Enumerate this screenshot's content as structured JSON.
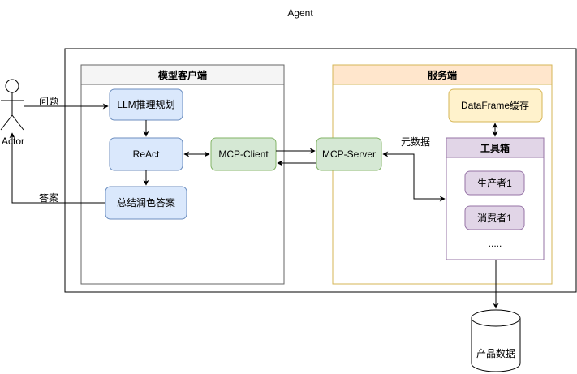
{
  "title": "Agent",
  "actor": {
    "label": "Actor"
  },
  "edges": {
    "question": "问题",
    "answer": "答案",
    "metadata": "元数据"
  },
  "client_panel": {
    "title": "模型客户端",
    "nodes": {
      "llm": "LLM推理规划",
      "react": "ReAct",
      "summary": "总结润色答案",
      "mcp_client": "MCP-Client"
    }
  },
  "server_panel": {
    "title": "服务端",
    "nodes": {
      "mcp_server": "MCP-Server",
      "cache": "DataFrame缓存"
    },
    "toolbox": {
      "title": "工具箱",
      "items": [
        "生产者1",
        "消费者1",
        "....."
      ]
    }
  },
  "database": {
    "label": "产品数据"
  },
  "colors": {
    "blue_fill": "#dae8fc",
    "blue_stroke": "#6c8ebf",
    "green_fill": "#d5e8d4",
    "green_stroke": "#82b366",
    "orange_fill": "#ffe6cc",
    "yellow_fill": "#fff2cc",
    "yellow_stroke": "#d6b656",
    "purple_fill": "#e1d5e7",
    "purple_stroke": "#9673a6",
    "gray_fill": "#f5f5f5",
    "gray_stroke": "#666666"
  }
}
